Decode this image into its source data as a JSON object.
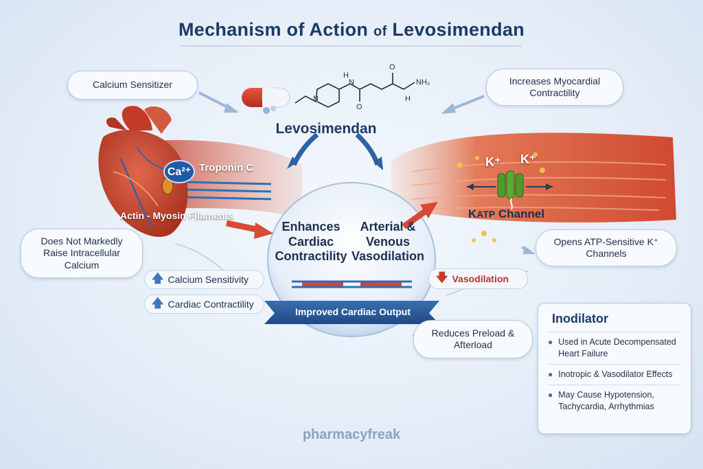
{
  "title": {
    "part1": "Mechanism of Action",
    "of": "of",
    "part2": "Levosimendan"
  },
  "drug": {
    "name": "Levosimendan",
    "nh2": "NH₂",
    "o1": "O",
    "o2": "O",
    "n1": "N",
    "h1": "H",
    "h2": "H",
    "n2": "N"
  },
  "bubbles": {
    "calcium_sensitizer": "Calcium Sensitizer",
    "increases_contractility": "Increases Myocardial Contractility",
    "does_not_raise": "Does Not Markedly Raise Intracellular Calcium",
    "opens_atp": "Opens ATP-Sensitive K⁺ Channels",
    "reduces_preload": "Reduces Preload & Afterload"
  },
  "heart": {
    "ca": "Ca²⁺",
    "troponin": "Troponin C",
    "filaments": "Actin - Myosin Filaments"
  },
  "center": {
    "left": "Enhances Cardiac Contractility",
    "right": "Arterial & Venous Vasodilation",
    "banner": "Improved Cardiac Output"
  },
  "effects": {
    "calcium_sensitivity": "Calcium Sensitivity",
    "cardiac_contractility": "Cardiac Contractility",
    "vasodilation": "Vasodilation",
    "up_arrow": "🡅",
    "down_arrow": "🡇"
  },
  "vessel": {
    "k1": "K⁺",
    "k2": "K⁺",
    "channel_k": "K",
    "channel_sub": "ATP",
    "channel_word": "Channel"
  },
  "panel": {
    "title": "Inodilator",
    "items": [
      "Used in Acute Decompensated Heart Failure",
      "Inotropic & Vasodilator Effects",
      "May Cause Hypotension, Tachycardia, Arrhythmias"
    ]
  },
  "watermark": "pharmacyfreak",
  "colors": {
    "title": "#1d3a66",
    "muscle": "#d9553f",
    "accent_blue": "#3f78b8",
    "down_red": "#c83a2a"
  }
}
